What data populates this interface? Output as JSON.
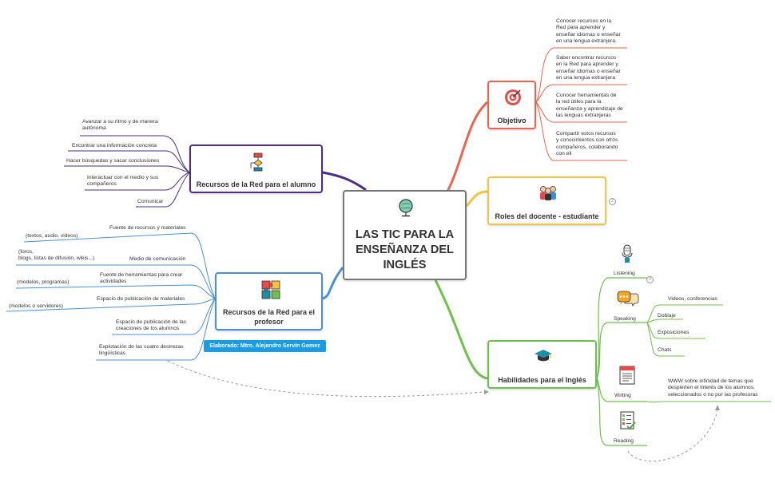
{
  "central": {
    "title_lines": [
      "LAS TIC PARA LA",
      "ENSEÑANZA DEL",
      "INGLÉS"
    ],
    "icon": "globe-icon"
  },
  "topics": {
    "objetivo": {
      "label": "Objetivo",
      "icon": "target-icon",
      "color": "#f0624d",
      "leaves": [
        [
          "Conocer recursos en la",
          "Red para aprender y",
          "enseñar idiomas o enseñar",
          "en una lengua extranjera."
        ],
        [
          "Saber encontrar recursos",
          "en la Red para aprender y",
          "enseñar idiomas o enseñar",
          "en una lengua extranjera"
        ],
        [
          "Conocer herramientas de",
          "la red útiles para la",
          "enseñanza y aprendizaje de",
          "las lenguas extranjeras"
        ],
        [
          "Compartir estos recursos",
          "y conocimientos con otros",
          "compañeros, colaborando",
          "con ell"
        ]
      ]
    },
    "roles": {
      "label": "Roles del docente - estudiante",
      "icon": "people-icon",
      "color": "#f5c242",
      "collapsed_count": "2"
    },
    "habilidades": {
      "label": "Habilidades para el Inglés",
      "icon": "graduation-cap-icon",
      "color": "#6cc24a",
      "skills": [
        {
          "label": "Listening",
          "icon": "microphone-icon",
          "collapsed_count": "4"
        },
        {
          "label": "Speaking",
          "icon": "speech-bubble-icon",
          "leaves": [
            "Videos, conferencias",
            "Doblaje",
            "Exposiciones",
            "Chats"
          ]
        },
        {
          "label": "Writing",
          "icon": "document-icon",
          "leaves": [
            [
              "WWW sobre infinidad de temas que",
              "despierten el interés de los alumnos,",
              "seleccionados o no por las profesoras"
            ]
          ]
        },
        {
          "label": "Reading",
          "icon": "checklist-icon"
        }
      ]
    },
    "alumno": {
      "label": "Recursos de la Red para el alumno",
      "icon": "flowchart-icon",
      "color": "#4b2e83",
      "leaves": [
        [
          "Avanzar a su ritmo y de manera",
          "autónoma"
        ],
        [
          "Encontrar una información concreta"
        ],
        [
          "Hacer búsquedas y sacar conclusiones"
        ],
        [
          "Interactuar con el medio y sus",
          "compañeros"
        ],
        [
          "Comunicar"
        ]
      ]
    },
    "profesor": {
      "label_lines": [
        "Recursos de la Red para el",
        "profesor"
      ],
      "icon": "puzzle-icon",
      "color": "#4a90d9",
      "leaves": [
        {
          "text": [
            "Fuente de recursos y materiales"
          ],
          "sub": [
            "(textos, audio, videos)"
          ]
        },
        {
          "text": [
            "Medio de comunicación"
          ],
          "sub": [
            "(foros,",
            "blogs, listas de difusión, wikis...)"
          ]
        },
        {
          "text": [
            "Fuente de herramientas para crear",
            "actividades"
          ],
          "sub": [
            "(modelos, programas)"
          ]
        },
        {
          "text": [
            "Espacio de publicación de materiales"
          ],
          "sub": [
            "(modelos o servidores)"
          ]
        },
        {
          "text": [
            "Espacio de publicación de las",
            "creaciones de los alumnos"
          ]
        },
        {
          "text": [
            "Explotación de las cuatro destrezas",
            "lingüísticas"
          ]
        }
      ]
    }
  },
  "badge": {
    "text": "Elaborado: Mtro. Alejandro Servín Gomez",
    "color": "#1a9be6"
  }
}
